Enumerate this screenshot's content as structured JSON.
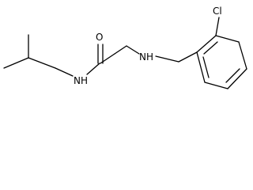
{
  "structure": {
    "bond_color": "#000000",
    "background": "#ffffff",
    "atoms": {
      "oxygen": "O",
      "amine_nitrogen": "NH",
      "amide_nitrogen": "NH",
      "chlorine": "Cl"
    }
  }
}
